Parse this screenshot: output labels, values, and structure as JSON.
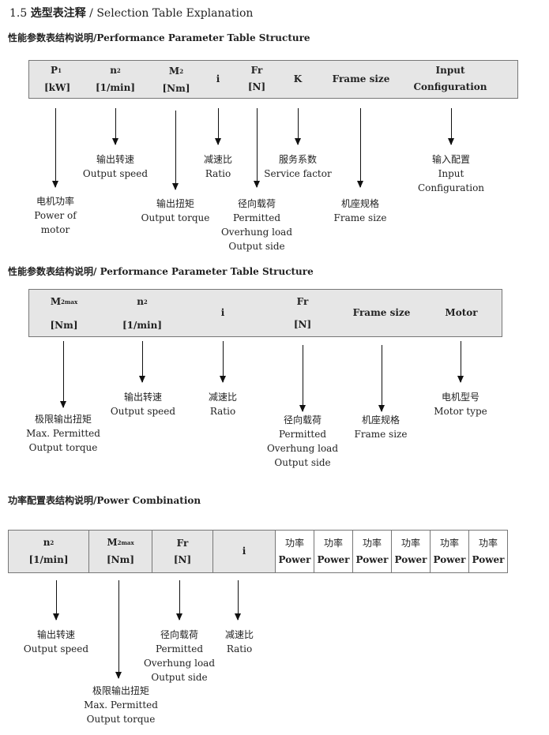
{
  "header": {
    "section": "1.5",
    "title_cn": "选型表注释",
    "title_sep": "/",
    "title_en": "Selection Table Explanation"
  },
  "section1": {
    "heading_cn": "性能参数表结构说明",
    "heading_en": "/Performance Parameter Table Structure",
    "cols": [
      {
        "sym": "P",
        "sub": "1",
        "unit": "[kW]"
      },
      {
        "sym": "n",
        "sub": "2",
        "unit": "[1/min]"
      },
      {
        "sym": "M",
        "sub": "2",
        "unit": "[Nm]"
      },
      {
        "sym": "i",
        "sub": "",
        "unit": ""
      },
      {
        "sym": "Fr",
        "sub": "",
        "unit": "[N]"
      },
      {
        "sym": "K",
        "sub": "",
        "unit": ""
      },
      {
        "sym": "Frame size",
        "sub": "",
        "unit": ""
      },
      {
        "sym": "Input",
        "sub": "",
        "unit": "Configuration"
      }
    ],
    "labels": [
      {
        "cn": "电机功率",
        "en": [
          "Power of",
          "motor"
        ]
      },
      {
        "cn": "输出转速",
        "en": [
          "Output speed"
        ]
      },
      {
        "cn": "输出扭矩",
        "en": [
          "Output torque"
        ]
      },
      {
        "cn": "减速比",
        "en": [
          "Ratio"
        ]
      },
      {
        "cn": "径向载荷",
        "en": [
          "Permitted",
          "Overhung load",
          "Output side"
        ]
      },
      {
        "cn": "服务系数",
        "en": [
          "Service factor"
        ]
      },
      {
        "cn": "机座规格",
        "en": [
          "Frame size"
        ]
      },
      {
        "cn": "输入配置",
        "en": [
          "Input",
          "Configuration"
        ]
      }
    ]
  },
  "section2": {
    "heading_cn": "性能参数表结构说明",
    "heading_en": "/ Performance Parameter Table Structure",
    "cols": [
      {
        "sym": "M",
        "sub": "2max",
        "unit": "[Nm]"
      },
      {
        "sym": "n",
        "sub": "2",
        "unit": "[1/min]"
      },
      {
        "sym": "i",
        "sub": "",
        "unit": ""
      },
      {
        "sym": "Fr",
        "sub": "",
        "unit": "[N]"
      },
      {
        "sym": "Frame size",
        "sub": "",
        "unit": ""
      },
      {
        "sym": "Motor",
        "sub": "",
        "unit": ""
      }
    ],
    "labels": [
      {
        "cn": "极限输出扭矩",
        "en": [
          "Max. Permitted",
          "Output  torque"
        ]
      },
      {
        "cn": "输出转速",
        "en": [
          "Output speed"
        ]
      },
      {
        "cn": "减速比",
        "en": [
          "Ratio"
        ]
      },
      {
        "cn": "径向载荷",
        "en": [
          "Permitted",
          "Overhung load",
          "Output side"
        ]
      },
      {
        "cn": "机座规格",
        "en": [
          "Frame size"
        ]
      },
      {
        "cn": "电机型号",
        "en": [
          "Motor type"
        ]
      }
    ]
  },
  "section3": {
    "heading_cn": "功率配置表结构说明",
    "heading_en": "/Power Combination",
    "cols": [
      {
        "sym": "n",
        "sub": "2",
        "unit": "[1/min]"
      },
      {
        "sym": "M",
        "sub": "2max",
        "unit": "[Nm]"
      },
      {
        "sym": "Fr",
        "sub": "",
        "unit": "[N]"
      },
      {
        "sym": "i",
        "sub": "",
        "unit": ""
      }
    ],
    "power_cols": [
      {
        "cn": "功率",
        "en": "Power"
      },
      {
        "cn": "功率",
        "en": "Power"
      },
      {
        "cn": "功率",
        "en": "Power"
      },
      {
        "cn": "功率",
        "en": "Power"
      },
      {
        "cn": "功率",
        "en": "Power"
      },
      {
        "cn": "功率",
        "en": "Power"
      }
    ],
    "labels": [
      {
        "cn": "输出转速",
        "en": [
          "Output speed"
        ]
      },
      {
        "cn": "极限输出扭矩",
        "en": [
          "Max. Permitted",
          "Output  torque"
        ]
      },
      {
        "cn": "径向载荷",
        "en": [
          "Permitted",
          "Overhung load",
          "Output side"
        ]
      },
      {
        "cn": "减速比",
        "en": [
          "Ratio"
        ]
      }
    ]
  }
}
